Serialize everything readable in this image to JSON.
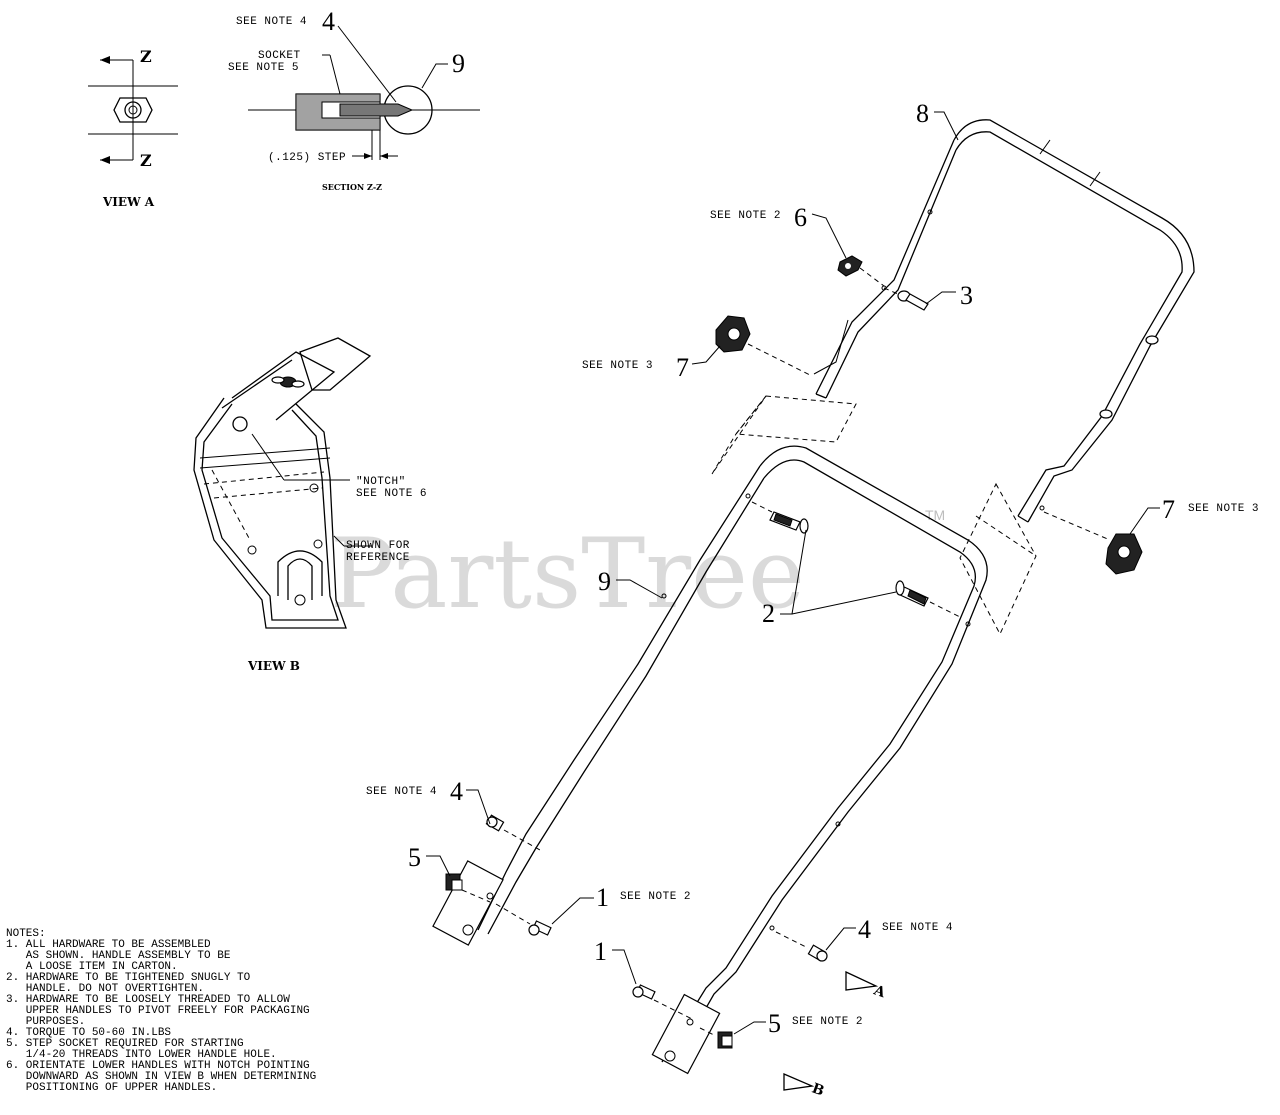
{
  "watermark": {
    "text": "PartsTree",
    "tm": "TM"
  },
  "view_a": {
    "title": "VIEW A",
    "z_top": "Z",
    "z_bottom": "Z"
  },
  "section": {
    "title": "SECTION Z-Z",
    "see_note_4": "SEE NOTE 4",
    "socket_label": "SOCKET",
    "socket_note": "SEE NOTE 5",
    "step_label": "(.125) STEP",
    "callout_4": "4",
    "callout_9": "9"
  },
  "view_b": {
    "title": "VIEW B",
    "notch_label": "\"NOTCH\"",
    "notch_note": "SEE NOTE 6",
    "shown_for": "SHOWN FOR",
    "reference": "REFERENCE"
  },
  "callouts": [
    {
      "id": "c8",
      "num": "8",
      "note": ""
    },
    {
      "id": "c6",
      "num": "6",
      "note": "SEE NOTE 2"
    },
    {
      "id": "c3",
      "num": "3",
      "note": ""
    },
    {
      "id": "c7a",
      "num": "7",
      "note": "SEE NOTE 3"
    },
    {
      "id": "c7b",
      "num": "7",
      "note": "SEE NOTE 3"
    },
    {
      "id": "c9",
      "num": "9",
      "note": ""
    },
    {
      "id": "c2",
      "num": "2",
      "note": ""
    },
    {
      "id": "c4a",
      "num": "4",
      "note": "SEE NOTE 4"
    },
    {
      "id": "c5a",
      "num": "5",
      "note": ""
    },
    {
      "id": "c1a",
      "num": "1",
      "note": "SEE NOTE 2"
    },
    {
      "id": "c4b",
      "num": "4",
      "note": "SEE NOTE 4"
    },
    {
      "id": "c1b",
      "num": "1",
      "note": ""
    },
    {
      "id": "c5b",
      "num": "5",
      "note": "SEE NOTE 2"
    }
  ],
  "view_markers": {
    "a": "A",
    "b": "B"
  },
  "notes": {
    "heading": "NOTES:",
    "lines": [
      "1. ALL HARDWARE TO BE ASSEMBLED",
      "   AS SHOWN. HANDLE ASSEMBLY TO BE",
      "   A LOOSE ITEM IN CARTON.",
      "2. HARDWARE TO BE TIGHTENED SNUGLY TO",
      "   HANDLE. DO NOT OVERTIGHTEN.",
      "3. HARDWARE TO BE LOOSELY THREADED TO ALLOW",
      "   UPPER HANDLES TO PIVOT FREELY FOR PACKAGING",
      "   PURPOSES.",
      "4. TORQUE TO 50-60 IN.LBS",
      "5. STEP SOCKET REQUIRED FOR STARTING",
      "   1/4-20 THREADS INTO LOWER HANDLE HOLE.",
      "6. ORIENTATE LOWER HANDLES WITH NOTCH POINTING",
      "   DOWNWARD AS SHOWN IN VIEW B WHEN DETERMINING",
      "   POSITIONING OF UPPER HANDLES."
    ]
  }
}
